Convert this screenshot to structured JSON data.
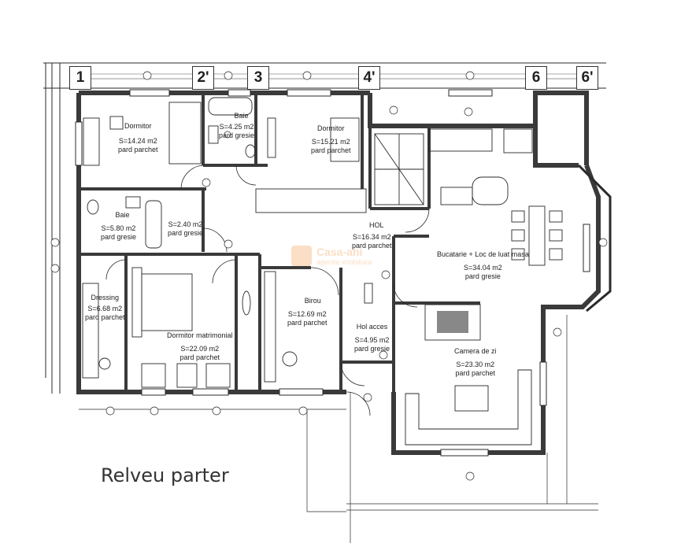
{
  "axes": [
    {
      "label": "1"
    },
    {
      "label": "2'"
    },
    {
      "label": "3"
    },
    {
      "label": "4'"
    },
    {
      "label": "6"
    },
    {
      "label": "6'"
    }
  ],
  "rooms": [
    {
      "name": "Dormitor",
      "area": "S=14.24 m2",
      "finish": "pard parchet"
    },
    {
      "name": "Baie",
      "area": "S=4.25 m2",
      "finish": "pard gresie"
    },
    {
      "name": "Dormitor",
      "area": "S=15.21 m2",
      "finish": "pard parchet"
    },
    {
      "name": "Baie",
      "area": "S=5.80 m2",
      "finish": "pard gresie"
    },
    {
      "name": "",
      "area": "S=2.40 m2",
      "finish": "pard gresie"
    },
    {
      "name": "HOL",
      "area": "S=16.34 m2",
      "finish": "pard parchet"
    },
    {
      "name": "Bucatarie + Loc de luat masa",
      "area": "S=34.04 m2",
      "finish": "pard gresie"
    },
    {
      "name": "Dressing",
      "area": "S=6.68 m2",
      "finish": "pard parchet"
    },
    {
      "name": "Dormitor matrimonial",
      "area": "S=22.09 m2",
      "finish": "pard parchet"
    },
    {
      "name": "Birou",
      "area": "S=12.69 m2",
      "finish": "pard parchet"
    },
    {
      "name": "Hol acces",
      "area": "S=4.95 m2",
      "finish": "pard gresie"
    },
    {
      "name": "Camera de zi",
      "area": "S=23.30 m2",
      "finish": "pard parchet"
    }
  ],
  "caption": "Relveu parter",
  "watermark": {
    "line1": "Casa-ahi",
    "line2": "agentie imobiliara"
  },
  "colors": {
    "line": "#2a2a2a",
    "wall": "#3a3a3a",
    "accent": "#f3a25b"
  }
}
